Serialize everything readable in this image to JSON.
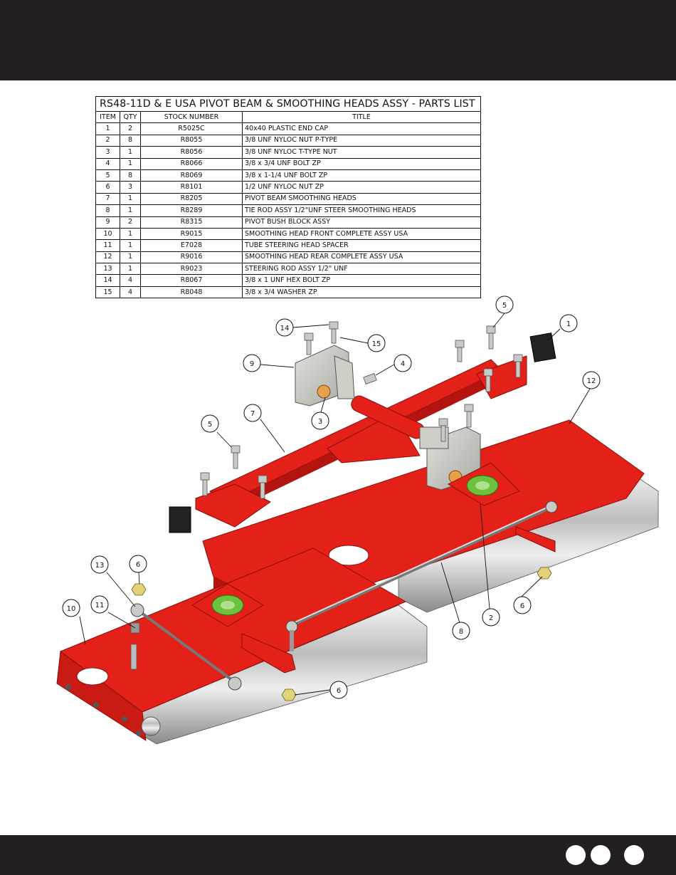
{
  "parts_list": {
    "title": "RS48-11D & E USA PIVOT BEAM & SMOOTHING HEADS ASSY - PARTS LIST",
    "headers": {
      "item": "ITEM",
      "qty": "QTY",
      "stock": "STOCK NUMBER",
      "title": "TITLE"
    },
    "rows": [
      {
        "item": "1",
        "qty": "2",
        "stock": "R5025C",
        "title": "40x40 PLASTIC END CAP"
      },
      {
        "item": "2",
        "qty": "8",
        "stock": "R8055",
        "title": "3/8 UNF NYLOC NUT P-TYPE"
      },
      {
        "item": "3",
        "qty": "1",
        "stock": "R8056",
        "title": "3/8 UNF NYLOC T-TYPE NUT"
      },
      {
        "item": "4",
        "qty": "1",
        "stock": "R8066",
        "title": "3/8 x 3/4  UNF BOLT ZP"
      },
      {
        "item": "5",
        "qty": "8",
        "stock": "R8069",
        "title": "3/8 x 1-1/4  UNF BOLT ZP"
      },
      {
        "item": "6",
        "qty": "3",
        "stock": "R8101",
        "title": "1/2 UNF NYLOC NUT ZP"
      },
      {
        "item": "7",
        "qty": "1",
        "stock": "R8205",
        "title": "PIVOT BEAM SMOOTHING HEADS"
      },
      {
        "item": "8",
        "qty": "1",
        "stock": "R8289",
        "title": "TIE ROD ASSY 1/2\"UNF STEER SMOOTHING HEADS"
      },
      {
        "item": "9",
        "qty": "2",
        "stock": "R8315",
        "title": "PIVOT BUSH BLOCK ASSY"
      },
      {
        "item": "10",
        "qty": "1",
        "stock": "R9015",
        "title": "SMOOTHING HEAD FRONT COMPLETE ASSY USA"
      },
      {
        "item": "11",
        "qty": "1",
        "stock": "E7028",
        "title": "TUBE STEERING HEAD SPACER"
      },
      {
        "item": "12",
        "qty": "1",
        "stock": "R9016",
        "title": "SMOOTHING HEAD REAR COMPLETE ASSY USA"
      },
      {
        "item": "13",
        "qty": "1",
        "stock": "R9023",
        "title": "STEERING ROD ASSY 1/2\" UNF"
      },
      {
        "item": "14",
        "qty": "4",
        "stock": "R8067",
        "title": "3/8 x 1  UNF HEX BOLT ZP"
      },
      {
        "item": "15",
        "qty": "4",
        "stock": "R8048",
        "title": "3/8 x 3/4 WASHER ZP"
      }
    ]
  },
  "callouts": [
    {
      "id": "c14",
      "label": "14"
    },
    {
      "id": "c15",
      "label": "15"
    },
    {
      "id": "c5a",
      "label": "5"
    },
    {
      "id": "c1",
      "label": "1"
    },
    {
      "id": "c9",
      "label": "9"
    },
    {
      "id": "c4",
      "label": "4"
    },
    {
      "id": "c12",
      "label": "12"
    },
    {
      "id": "c7",
      "label": "7"
    },
    {
      "id": "c3",
      "label": "3"
    },
    {
      "id": "c5b",
      "label": "5"
    },
    {
      "id": "c13",
      "label": "13"
    },
    {
      "id": "c6a",
      "label": "6"
    },
    {
      "id": "c11",
      "label": "11"
    },
    {
      "id": "c10",
      "label": "10"
    },
    {
      "id": "c2",
      "label": "2"
    },
    {
      "id": "c6b",
      "label": "6"
    },
    {
      "id": "c8",
      "label": "8"
    },
    {
      "id": "c6c",
      "label": "6"
    }
  ],
  "colors": {
    "frame_red": "#e32119",
    "frame_dark_red": "#b3140f",
    "steel": "#c9c9c6",
    "roller": "#d8d8d8",
    "bar_dark": "#231f20",
    "bush_green": "#6cc23c",
    "bush_orange": "#e7a04a"
  }
}
